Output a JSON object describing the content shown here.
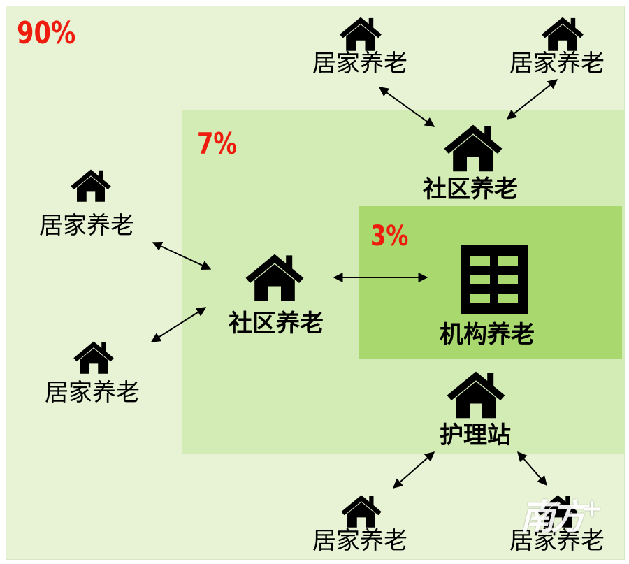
{
  "zones": {
    "outer": {
      "percent": "90%",
      "color": "#e8f3d6"
    },
    "middle": {
      "percent": "7%",
      "color": "#d3ebb4"
    },
    "inner": {
      "percent": "3%",
      "color": "#a9d86e"
    }
  },
  "labels": {
    "home_care": "居家养老",
    "community_care": "社区养老",
    "institution_care": "机构养老",
    "nursing_station": "护理站"
  },
  "accent_color": "#ee1c0e",
  "icons": {
    "house": "house-icon",
    "building": "building-icon"
  },
  "watermark": {
    "text": "南方",
    "plus": "+"
  }
}
